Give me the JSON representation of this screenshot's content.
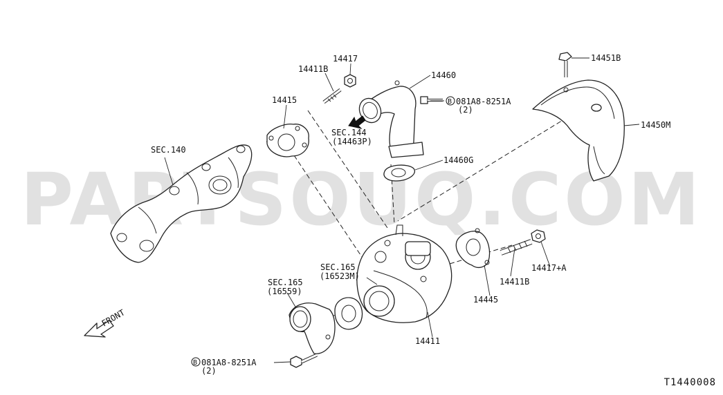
{
  "diagram": {
    "watermark": "PARTSOUQ.COM",
    "diagram_code": "T1440008",
    "front_label": "FRONT",
    "labels": {
      "p14417": "14417",
      "p14411b_top": "14411B",
      "p14460": "14460",
      "p14451b": "14451B",
      "p14415": "14415",
      "bolt_top": "081A8-8251A",
      "bolt_top_qty": "(2)",
      "bolt_circle": "B",
      "sec144": "SEC.144",
      "sec144_ref": "(14463P)",
      "sec140": "SEC.140",
      "p14450m": "14450M",
      "p14460g": "14460G",
      "sec165_a": "SEC.165",
      "sec165_a_ref": "(16523M)",
      "sec165_b": "SEC.165",
      "sec165_b_ref": "(16559)",
      "p14445": "14445",
      "p14411b_right": "14411B",
      "p14417a": "14417+A",
      "p14411": "14411",
      "bolt_bottom": "081A8-8251A",
      "bolt_bottom_qty": "(2)"
    }
  }
}
